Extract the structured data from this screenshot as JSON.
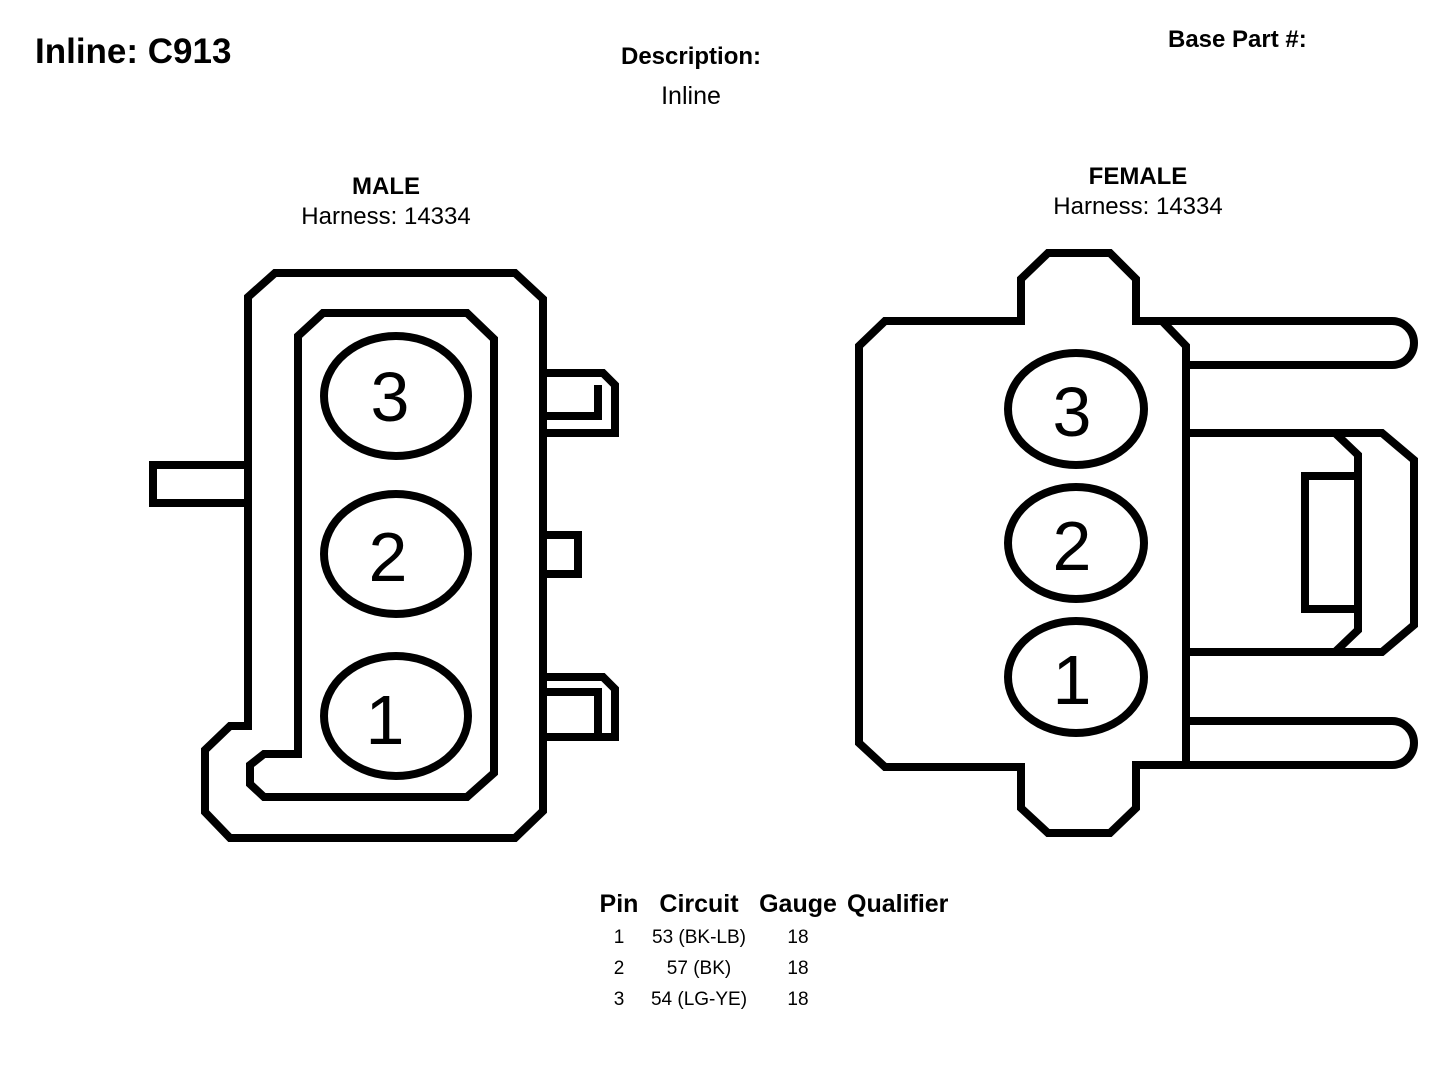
{
  "header": {
    "title": "Inline: C913",
    "description_label": "Description:",
    "description_value": "Inline",
    "base_part_label": "Base Part #:"
  },
  "male": {
    "gender": "MALE",
    "harness": "Harness: 14334",
    "pins": [
      "3",
      "2",
      "1"
    ]
  },
  "female": {
    "gender": "FEMALE",
    "harness": "Harness: 14334",
    "pins": [
      "3",
      "2",
      "1"
    ]
  },
  "pin_table": {
    "headers": [
      "Pin",
      "Circuit",
      "Gauge",
      "Qualifier"
    ],
    "rows": [
      {
        "pin": "1",
        "circuit": "53 (BK-LB)",
        "gauge": "18",
        "qualifier": ""
      },
      {
        "pin": "2",
        "circuit": "57 (BK)",
        "gauge": "18",
        "qualifier": ""
      },
      {
        "pin": "3",
        "circuit": "54 (LG-YE)",
        "gauge": "18",
        "qualifier": ""
      }
    ]
  }
}
